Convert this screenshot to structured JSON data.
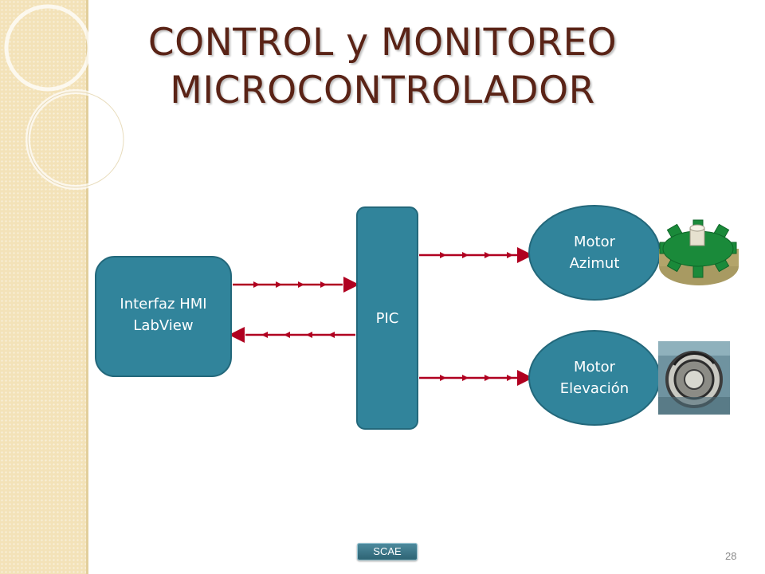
{
  "title": {
    "line1": "CONTROL y MONITOREO",
    "line2": "MICROCONTROLADOR"
  },
  "diagram": {
    "hmi": {
      "line1": "Interfaz HMI",
      "line2": "LabView"
    },
    "pic": {
      "label": "PIC"
    },
    "motor_azimut": {
      "line1": "Motor",
      "line2": "Azimut"
    },
    "motor_elevacion": {
      "line1": "Motor",
      "line2": "Elevación"
    },
    "arrow_color": "#b00020",
    "node_color": "#31849b"
  },
  "footer": {
    "button_label": "SCAE",
    "page_number": "28"
  },
  "images": {
    "gear": "gear-image",
    "motor_photo": "motor-photo"
  }
}
